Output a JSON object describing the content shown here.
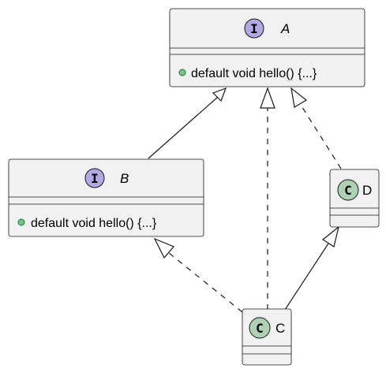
{
  "diagram": {
    "nodes": [
      {
        "id": "A",
        "kind": "interface",
        "stereotype": "I",
        "name": "A",
        "members": [
          "default void hello() {...}"
        ]
      },
      {
        "id": "B",
        "kind": "interface",
        "stereotype": "I",
        "name": "B",
        "members": [
          "default void hello() {...}"
        ]
      },
      {
        "id": "D",
        "kind": "class",
        "stereotype": "C",
        "name": "D",
        "members": []
      },
      {
        "id": "C",
        "kind": "class",
        "stereotype": "C",
        "name": "C",
        "members": []
      }
    ],
    "edges": [
      {
        "from": "B",
        "to": "A",
        "type": "extends",
        "style": "solid"
      },
      {
        "from": "C",
        "to": "A",
        "type": "implements",
        "style": "dashed"
      },
      {
        "from": "D",
        "to": "A",
        "type": "implements",
        "style": "dashed"
      },
      {
        "from": "C",
        "to": "B",
        "type": "implements",
        "style": "dashed"
      },
      {
        "from": "C",
        "to": "D",
        "type": "extends",
        "style": "solid"
      }
    ],
    "colors": {
      "interface_badge": "#b4a7e5",
      "class_badge": "#add1b2",
      "box_fill": "#f1f1f1",
      "public_marker": "#84be84"
    }
  }
}
